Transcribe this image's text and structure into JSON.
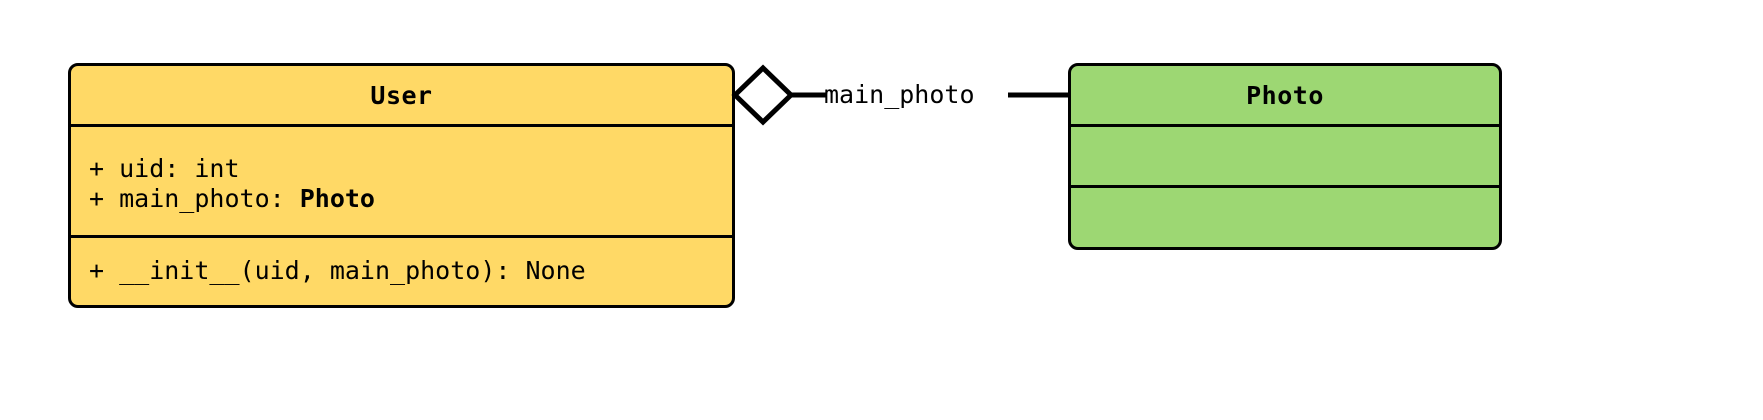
{
  "diagram": {
    "type": "uml-class-diagram",
    "background": "#ffffff",
    "stroke": "#000000"
  },
  "classes": [
    {
      "name": "User",
      "fill": "#FFD966",
      "attributes": [
        {
          "visibility": "+",
          "text": "+ uid: int",
          "bold_suffix": ""
        },
        {
          "visibility": "+",
          "text": "+ main_photo: ",
          "bold_suffix": "Photo"
        }
      ],
      "methods": [
        {
          "visibility": "+",
          "text": "+ __init__(uid, main_photo): None"
        }
      ]
    },
    {
      "name": "Photo",
      "fill": "#9DD773",
      "attributes": [],
      "methods": []
    }
  ],
  "relationship": {
    "kind": "aggregation",
    "label": "main_photo",
    "source": "User",
    "target": "Photo",
    "diamond_fill": "#ffffff",
    "diamond_stroke": "#000000"
  }
}
